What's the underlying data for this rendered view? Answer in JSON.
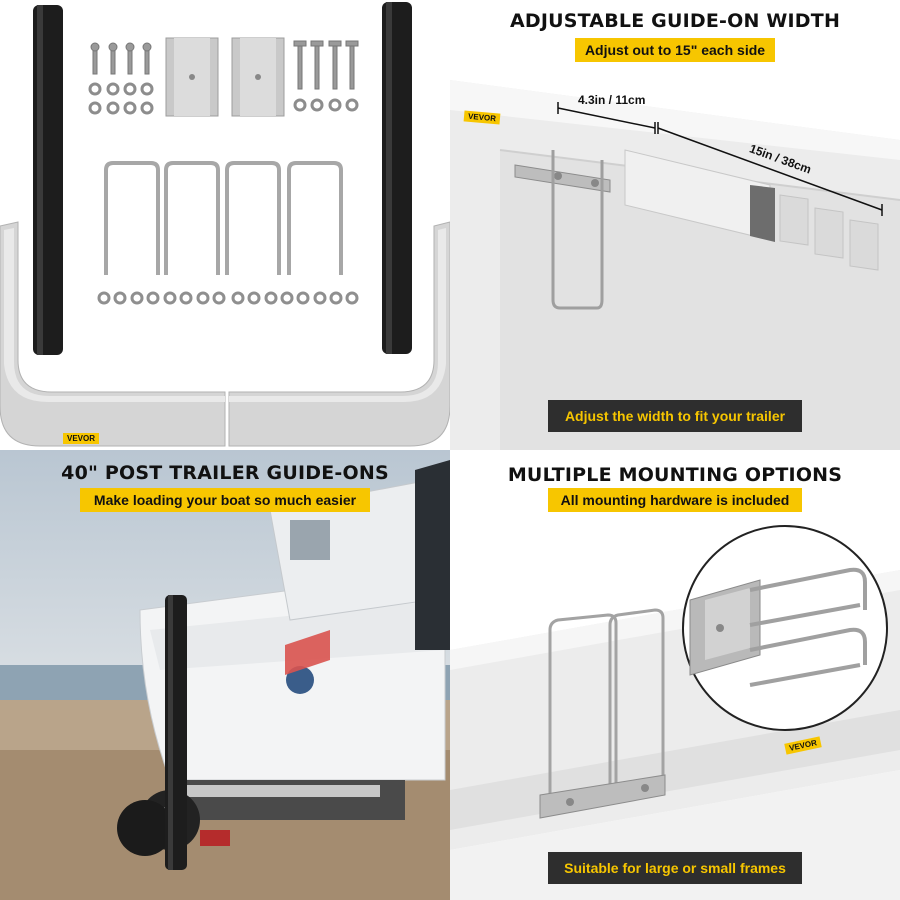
{
  "panels": {
    "top_left": {
      "brand_label": "VEVOR"
    },
    "top_right": {
      "heading": "ADJUSTABLE GUIDE-ON WIDTH",
      "subheading": "Adjust out to 15\" each side",
      "measure_short": "4.3in / 11cm",
      "measure_long": "15in / 38cm",
      "brand_label": "VEVOR",
      "footer": "Adjust the width to fit your trailer"
    },
    "bottom_left": {
      "heading": "40\" POST TRAILER GUIDE-ONS",
      "subheading": "Make loading your boat so much easier"
    },
    "bottom_right": {
      "heading": "MULTIPLE MOUNTING OPTIONS",
      "subheading": "All mounting hardware is included",
      "brand_label": "VEVOR",
      "footer": "Suitable for large or small frames"
    }
  },
  "colors": {
    "accent_yellow": "#f7c600",
    "dark_bar": "#2e2e2e",
    "post_black": "#1d1d1d",
    "steel_gray": "#c9c9c9"
  }
}
